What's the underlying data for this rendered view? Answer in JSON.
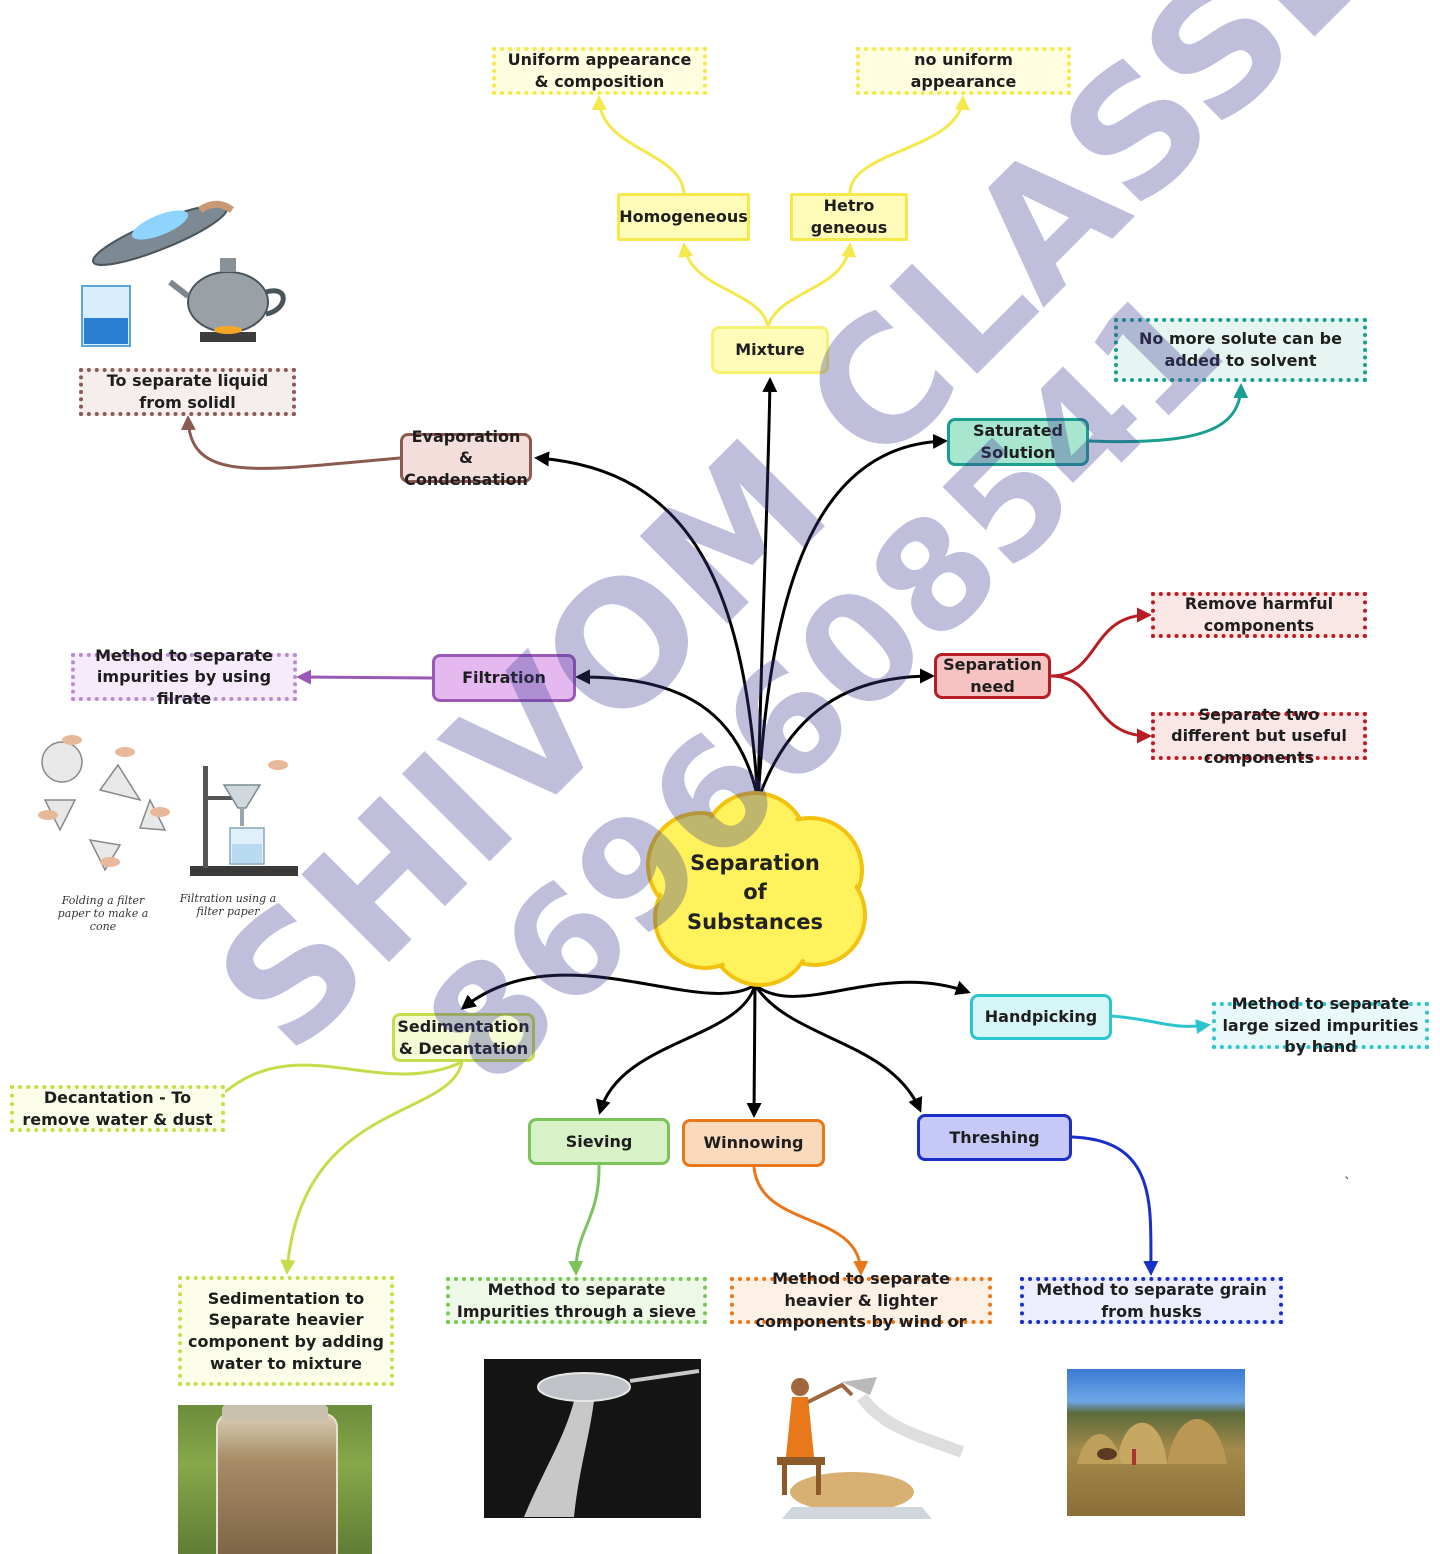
{
  "center": {
    "line1": "Separation",
    "line2": "of",
    "line3": "Substances"
  },
  "nodes": {
    "mixture": "Mixture",
    "homogeneous": "Homogeneous",
    "hetero_line1": "Hetro",
    "hetero_line2": "geneous",
    "uniform": "Uniform appearance & composition",
    "no_uniform": "no uniform appearance",
    "saturated": "Saturated Solution",
    "no_more_solute": "No more solute can be added to solvent",
    "separation_need": "Separation need",
    "remove_harmful": "Remove harmful components",
    "separate_two": "Separate two different but useful components",
    "evaporation": "Evaporation & Condensation",
    "liquid_from_solid": "To separate liquid from solidl",
    "filtration": "Filtration",
    "filtration_desc": "Method to separate impurities by using filrate",
    "sedimentation": "Sedimentation & Decantation",
    "decantation_desc": "Decantation - To remove water & dust",
    "sedimentation_desc": "Sedimentation to Separate heavier component by adding water to mixture",
    "handpicking": "Handpicking",
    "handpicking_desc": "Method to separate large sized impurities by hand",
    "sieving": "Sieving",
    "sieving_desc": "Method to separate Impurities through a sieve",
    "winnowing": "Winnowing",
    "winnowing_desc": "Method to separate heavier & lighter components by wind or",
    "threshing": "Threshing",
    "threshing_desc": "Method to separate grain from husks"
  },
  "captions": {
    "folding": "Folding a filter paper to make a cone",
    "filtration_photo": "Filtration using a filter paper"
  },
  "watermark": {
    "line1": "SHIVOM CLASSES",
    "line2": "8696608541"
  },
  "stray_mark": "`",
  "colors": {
    "yellow": "#f5e84a",
    "teal": "#1a9e8f",
    "red": "#b81d24",
    "brown": "#8b5a50",
    "purple": "#9b59b6",
    "lime": "#b9d94a",
    "cyan": "#2cc4cf",
    "green": "#7cc35a",
    "orange": "#e8771a",
    "blue": "#1a2fc8"
  }
}
